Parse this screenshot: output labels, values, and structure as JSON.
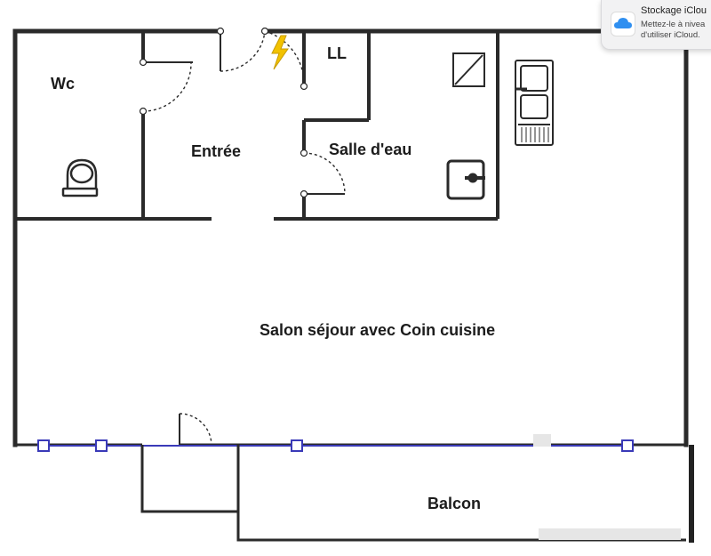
{
  "plan": {
    "rooms": {
      "wc": "Wc",
      "ll": "LL",
      "entree": "Entrée",
      "salle_eau": "Salle d'eau",
      "salon": "Salon séjour avec Coin cuisine",
      "balcon": "Balcon"
    }
  },
  "notification": {
    "title": "Stockage iClou",
    "line1": "Mettez-le à nivea",
    "line2": "d'utiliser iCloud.",
    "icon": "icloud-icon"
  },
  "colors": {
    "walls": "#2a2a2a",
    "window": "#3a3ab8",
    "electric": "#f2c200"
  }
}
